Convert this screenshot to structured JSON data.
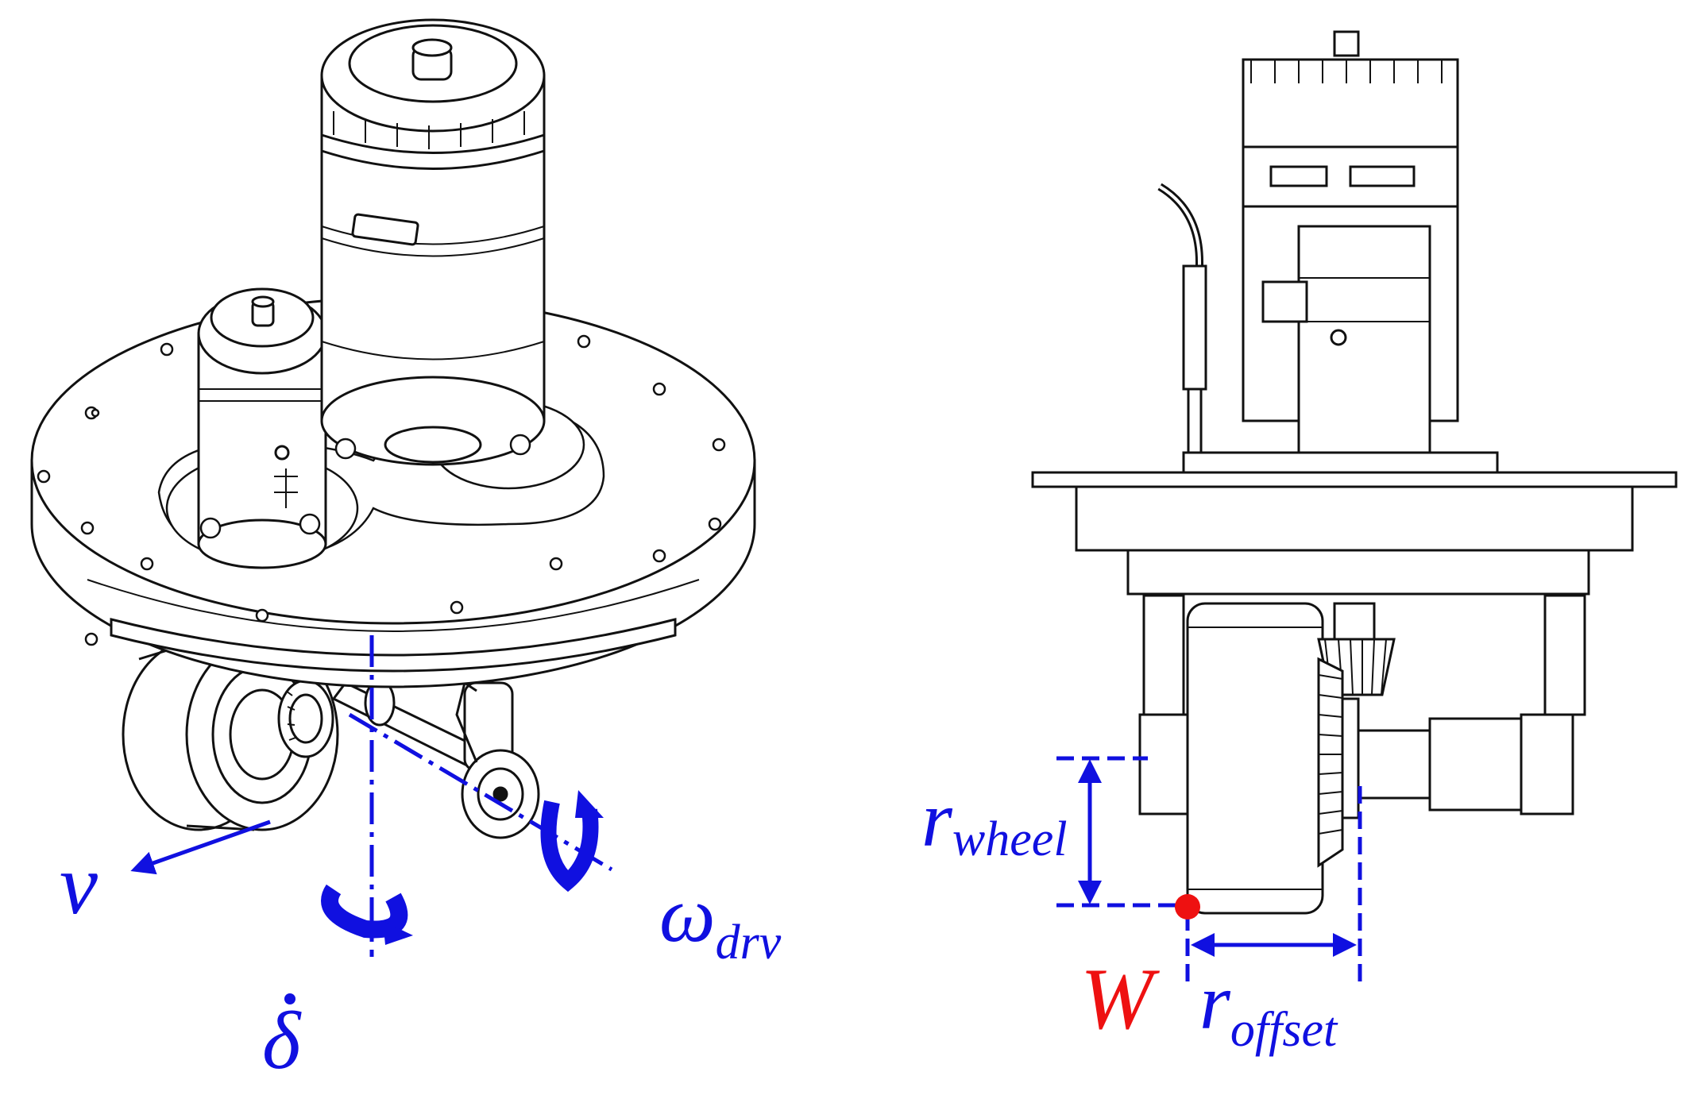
{
  "labels": {
    "v": "v",
    "delta": "δ",
    "omega": "ω",
    "omega_sub": "drv",
    "r_wheel": "r",
    "r_wheel_sub": "wheel",
    "r_offset": "r",
    "r_offset_sub": "offset",
    "W": "W"
  },
  "colors": {
    "annotation": "#1010e0",
    "point": "#ee1111",
    "drawing": "#111111",
    "background": "#ffffff"
  },
  "icons": {
    "rotation": "curved-arrow-icon",
    "point": "contact-point-icon"
  }
}
